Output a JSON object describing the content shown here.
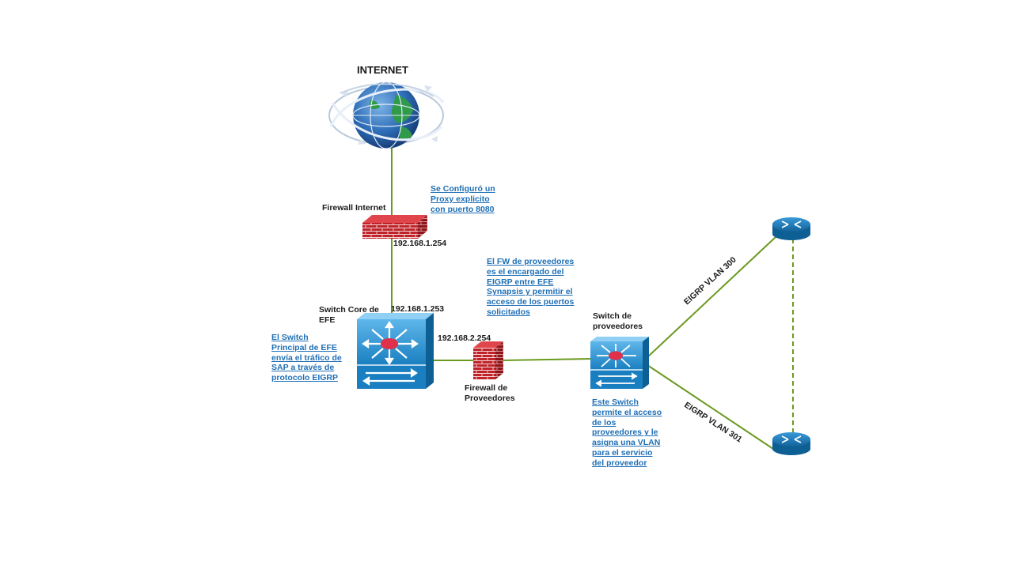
{
  "labels": {
    "internet": "INTERNET",
    "firewall_internet": "Firewall  Internet",
    "ip_fw_internet": "192.168.1.254",
    "switch_core": "Switch Core de EFE",
    "ip_switch_core": "192.168.1.253",
    "ip_fw_proveedores": "192.168.2.254",
    "firewall_proveedores": "Firewall de Proveedores",
    "switch_proveedores": "Switch de proveedores",
    "vlan_300": "EIGRP VLAN 300",
    "vlan_301": "EIGRP VLAN 301"
  },
  "notes": {
    "proxy": "Se Configuró un Proxy explicito con puerto 8080",
    "fw_proveedores": "El FW de proveedores es el encargado del EIGRP entre EFE Synapsis y permitir el acceso de los puertos solicitados",
    "switch_principal": "El Switch Principal de EFE envía el tráfico de SAP a través de protocolo EIGRP",
    "switch_proveedores": "Este Switch permite el acceso de los proveedores y le asigna una VLAN  para el servicio del proveedor"
  },
  "colors": {
    "link": "#6b9a1f",
    "note": "#1f6fb5",
    "firewall": "#c0222a",
    "switch": "#1a7fc0",
    "router": "#1a7fc0"
  },
  "icons": {
    "internet": "globe-icon",
    "firewall": "firewall-icon",
    "switch": "multilayer-switch-icon",
    "router": "router-icon"
  }
}
